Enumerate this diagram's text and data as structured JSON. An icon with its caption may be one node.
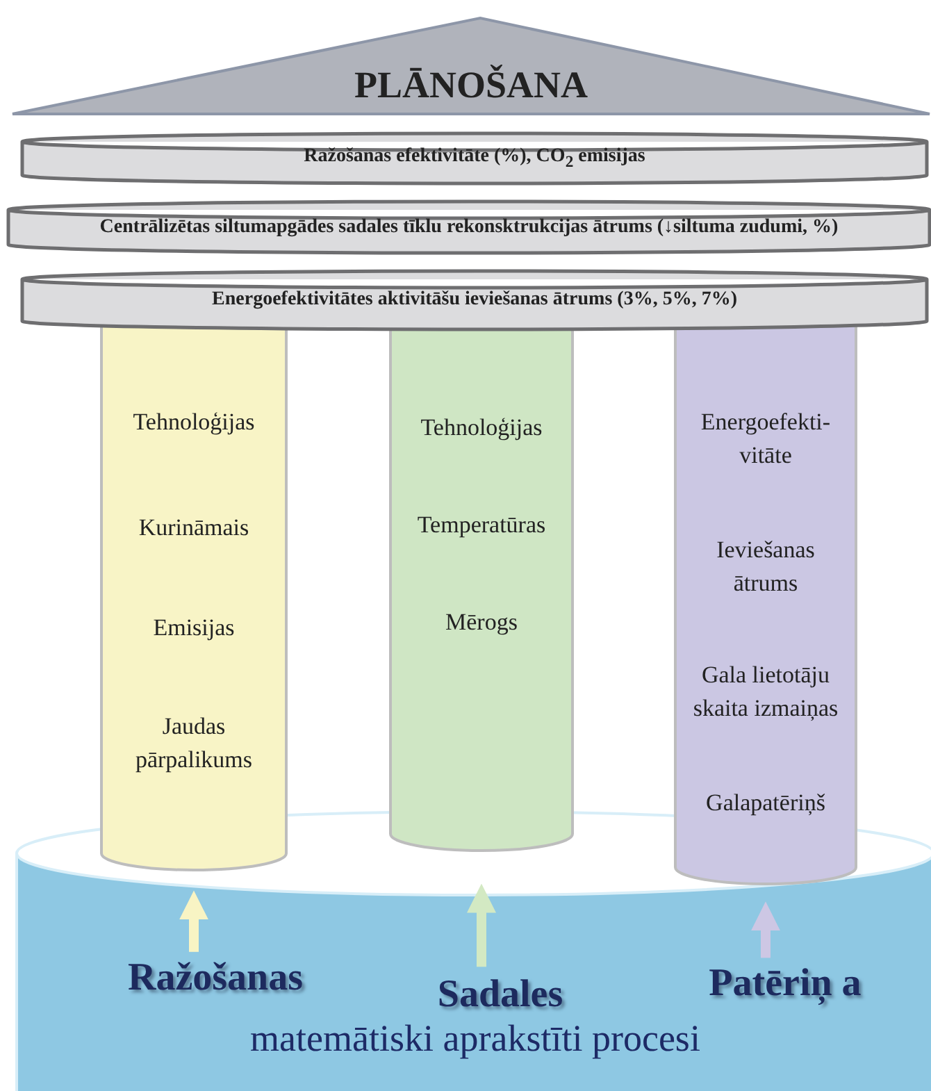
{
  "diagram": {
    "nodes": [
      {
        "text": [
          "PLĀNOŠANA"
        ]
      },
      {
        "text": [
          "Ražošanas efektivitāte (%), CO$_{2}$ emisijas"
        ]
      },
      {
        "text": [
          "Centrālizētas siltumapgādes sadales tīklu rekonsktrukcijas ātrums (↓siltuma zudumi, %)"
        ]
      },
      {
        "text": [
          "Energoefektivitātes aktivitāšu ieviešanas ātrums (3%, 5%, 7%)"
        ]
      },
      {
        "text": [
          "Tehnoloģijas",
          "Kurināmais",
          "Emisijas",
          "Jaudas pārpalikums"
        ]
      },
      {
        "text": [
          "Tehnoloģijas",
          "Temperatūras",
          "Mērogs"
        ]
      },
      {
        "text": [
          "Energoefekti- vitāte",
          "Ieviešanas ātrums",
          "Gala lietotāju skaita izmaiņas",
          "Galapatēriņš"
        ]
      },
      {
        "text": [
          "matemātiski aprakstīti procesi"
        ]
      },
      {
        "text": [
          "Ražošanas"
        ],
        "in": 7
      },
      {
        "text": [
          "Sadales"
        ],
        "in": 7
      },
      {
        "text": [
          "Patēriņ a"
        ],
        "in": 7
      }
    ],
    "edges": [
      {
        "from": 8,
        "to": 4,
        "arrow": "to",
        "color": "#f8f4c4"
      },
      {
        "from": 9,
        "to": 5,
        "arrow": "to",
        "color": "#d3e9c3"
      },
      {
        "from": 10,
        "to": 6,
        "arrow": "to",
        "color": "#cdc7e4"
      }
    ]
  }
}
